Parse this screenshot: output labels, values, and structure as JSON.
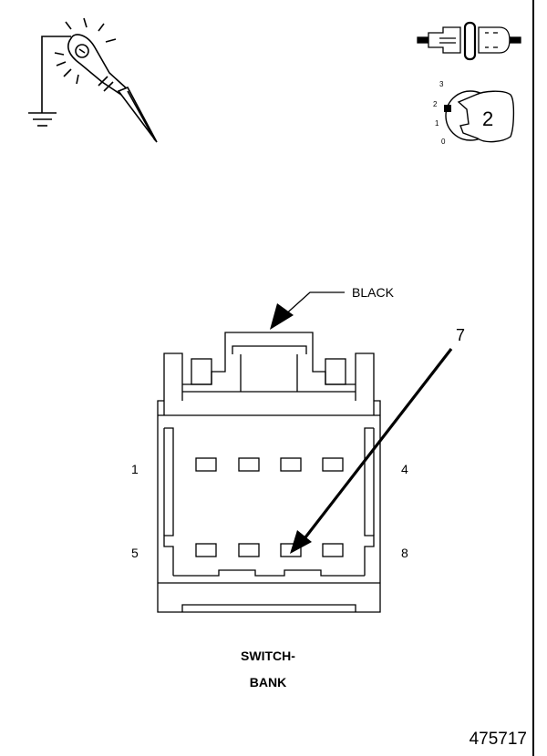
{
  "connector": {
    "wire_color_label": "BLACK",
    "callout_number": "7",
    "pin_labels": {
      "top_left": "1",
      "top_right": "4",
      "bottom_left": "5",
      "bottom_right": "8"
    },
    "name_line1": "SWITCH-",
    "name_line2": "BANK"
  },
  "ignition_key": {
    "positions": [
      "3",
      "2",
      "1",
      "0"
    ],
    "selected": "2"
  },
  "icons": {
    "test_probe": "test-light-probe-icon",
    "disconnected_connector": "connector-disconnect-icon",
    "ignition_switch": "ignition-key-icon"
  },
  "figure_number": "475717"
}
